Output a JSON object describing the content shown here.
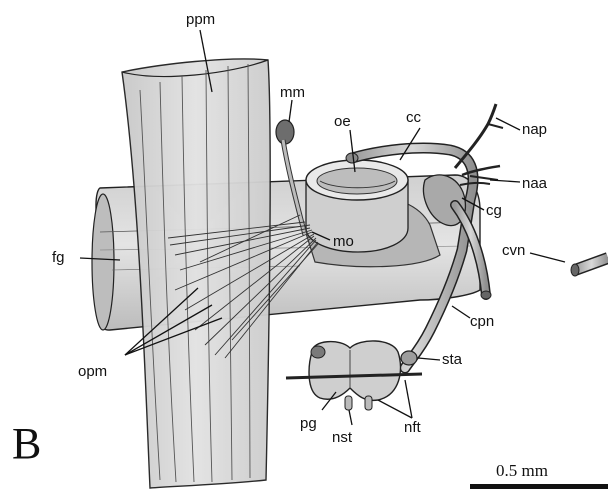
{
  "panel_letter": "B",
  "scale_bar": {
    "label": "0.5 mm"
  },
  "labels": {
    "ppm": "ppm",
    "mm": "mm",
    "oe": "oe",
    "cc": "cc",
    "nap": "nap",
    "naa": "naa",
    "cg": "cg",
    "fg": "fg",
    "mo": "mo",
    "cvn": "cvn",
    "cpn": "cpn",
    "opm": "opm",
    "sta": "sta",
    "pg": "pg",
    "nst": "nst",
    "nft": "nft"
  },
  "colors": {
    "ink": "#111111",
    "tissue_light": "#dcdcdc",
    "tissue_mid": "#bdbdbd",
    "tissue_dark": "#8a8a8a",
    "background": "#ffffff"
  }
}
